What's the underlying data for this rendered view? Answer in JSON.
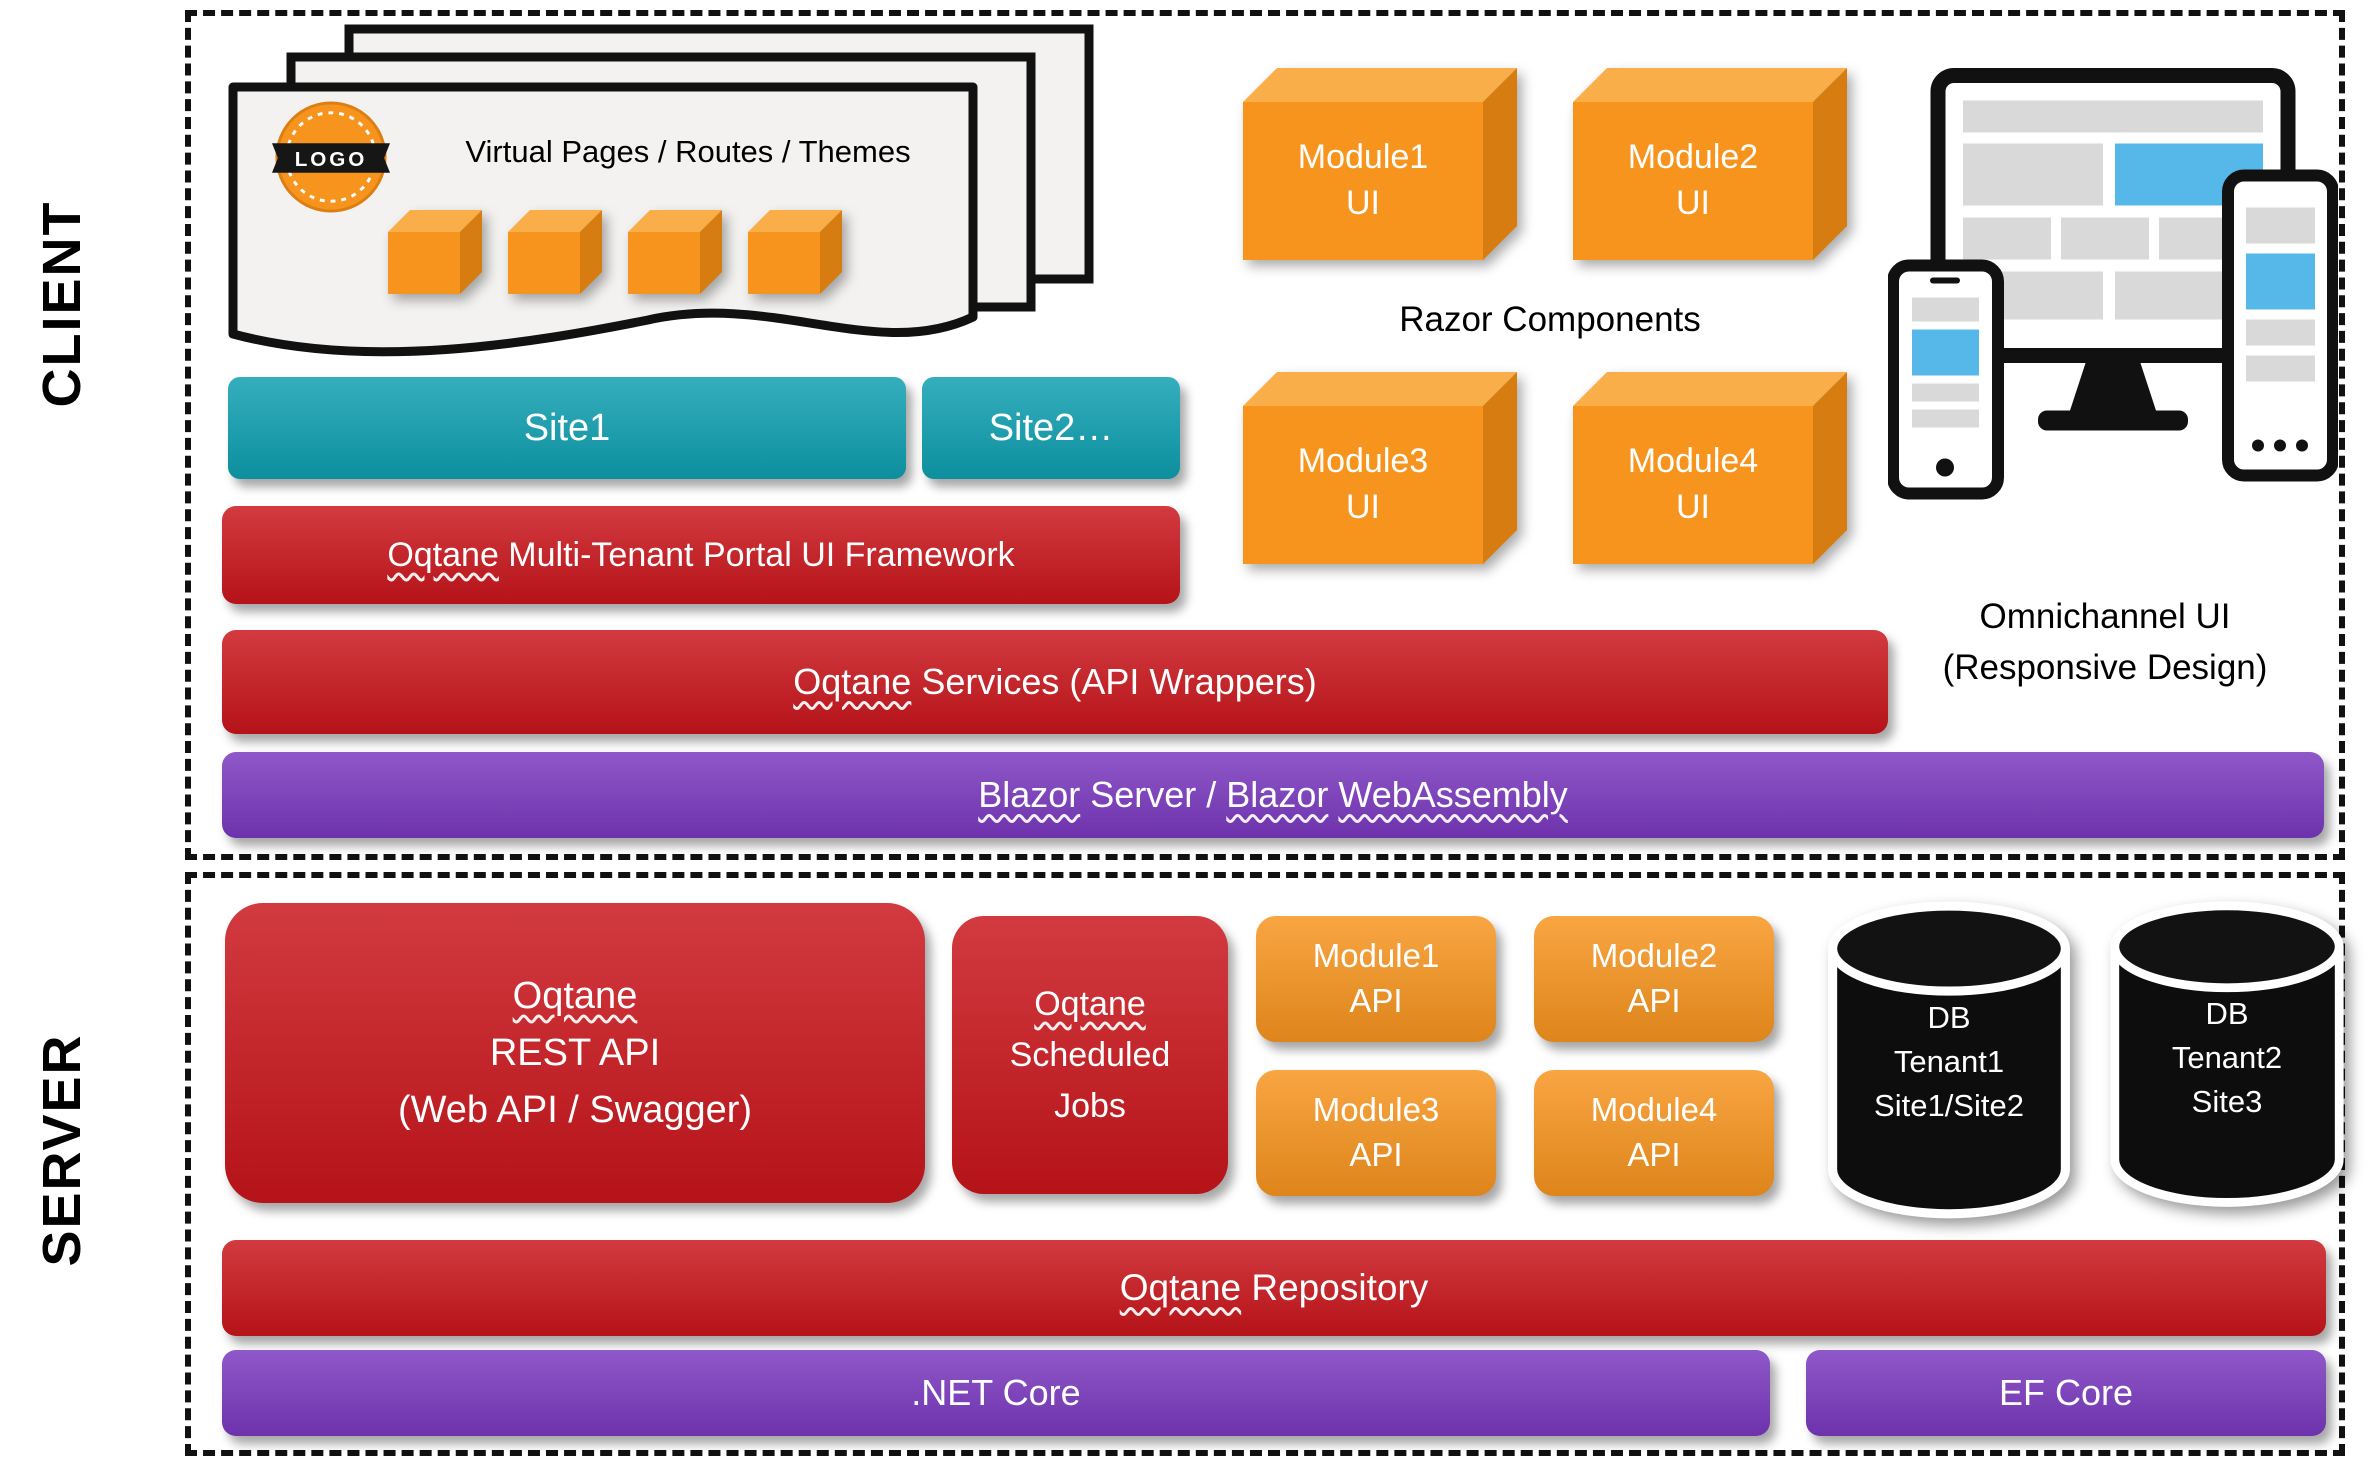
{
  "colors": {
    "red": "#C9151B",
    "purple": "#7A38BF",
    "teal": "#0E9FB0",
    "orange": "#F7941E",
    "blue_accent": "#56B8E8"
  },
  "sections": {
    "client": "CLIENT",
    "server": "SERVER"
  },
  "client": {
    "pages": {
      "logo": "LOGO",
      "title": "Virtual Pages / Routes / Themes"
    },
    "sites": {
      "site1": "Site1",
      "site2": "Site2…"
    },
    "portal": {
      "u1": "Oqtane",
      "rest": " Multi-Tenant Portal UI Framework"
    },
    "services": {
      "u1": "Oqtane",
      "rest": " Services (API Wrappers)"
    },
    "blazor": {
      "u1": "Blazor",
      "mid1": " Server / ",
      "u2": "Blazor",
      "mid2": " ",
      "u3": "WebAssembly"
    },
    "razor_label": "Razor Components",
    "modules_ui": [
      {
        "name": "Module1",
        "type": "UI"
      },
      {
        "name": "Module2",
        "type": "UI"
      },
      {
        "name": "Module3",
        "type": "UI"
      },
      {
        "name": "Module4",
        "type": "UI"
      }
    ],
    "omnichannel": {
      "line1": "Omnichannel UI",
      "line2": "(Responsive Design)"
    }
  },
  "server": {
    "rest_api": {
      "u1": "Oqtane",
      "line2": "REST API",
      "line3": "(Web API / Swagger)"
    },
    "jobs": {
      "u1": "Oqtane",
      "line2": "Scheduled",
      "line3": "Jobs"
    },
    "modules_api": [
      {
        "name": "Module1",
        "type": "API"
      },
      {
        "name": "Module2",
        "type": "API"
      },
      {
        "name": "Module3",
        "type": "API"
      },
      {
        "name": "Module4",
        "type": "API"
      }
    ],
    "databases": [
      {
        "line1": "DB",
        "line2": "Tenant1",
        "line3": "Site1/Site2"
      },
      {
        "line1": "DB",
        "line2": "Tenant2",
        "line3": "Site3"
      }
    ],
    "repository": {
      "u1": "Oqtane",
      "rest": " Repository"
    },
    "dotnet": ".NET Core",
    "ef": "EF Core"
  }
}
